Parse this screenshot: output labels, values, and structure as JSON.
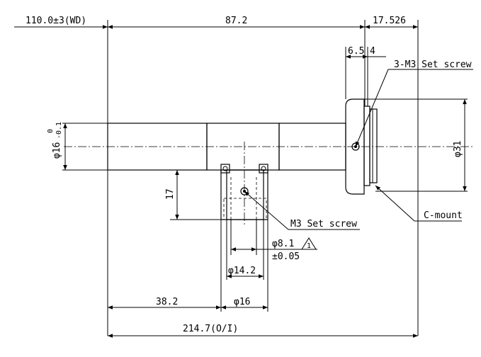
{
  "dimensions": {
    "working_distance": "110.0±3(WD)",
    "length_87": "87.2",
    "length_17_526": "17.526",
    "length_6_5": "6.5",
    "length_4": "4",
    "height_17": "17",
    "diameter_16_tube": "φ16",
    "diameter_16_tol_upper": "0",
    "diameter_16_tol_lower": "-0.1",
    "diameter_31": "φ31",
    "diameter_8_1": "φ8.1",
    "tolerance_8_1": "±0.05",
    "diameter_14_2": "φ14.2",
    "length_38_2": "38.2",
    "diameter_16_port": "φ16",
    "total_length": "214.7(O/I)"
  },
  "callouts": {
    "set_screw_3m3": "3-M3 Set screw",
    "set_screw_m3": "M3 Set screw",
    "c_mount": "C-mount",
    "note_marker": "1"
  }
}
